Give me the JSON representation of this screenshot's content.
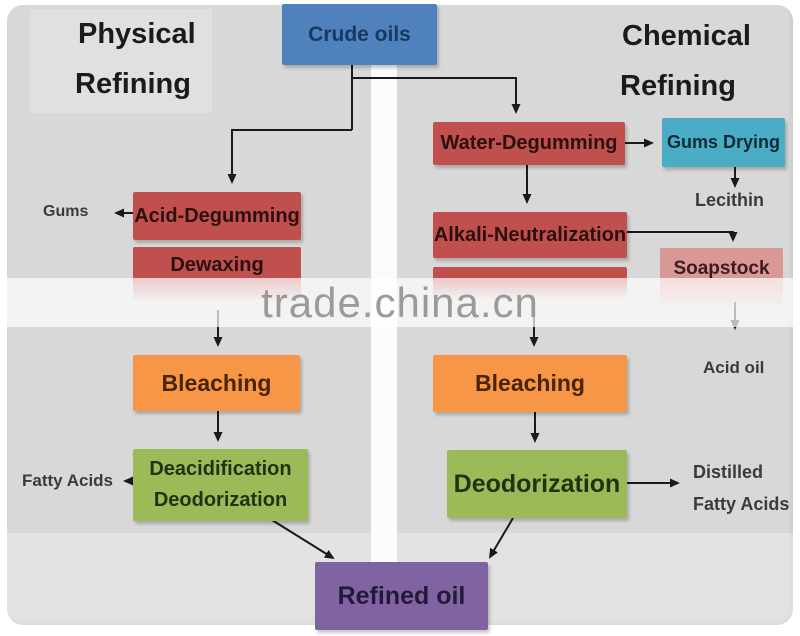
{
  "headings": {
    "physical_line1": "Physical",
    "physical_line2": "Refining",
    "chemical_line1": "Chemical",
    "chemical_line2": "Refining"
  },
  "nodes": {
    "crude_oils": "Crude oils",
    "acid_degumming": "Acid-Degumming",
    "dewaxing": "Dewaxing",
    "bleaching_left": "Bleaching",
    "deacidification_line1": "Deacidification",
    "deacidification_line2": "Deodorization",
    "water_degumming": "Water-Degumming",
    "alkali_neutralization": "Alkali-Neutralization",
    "gums_drying": "Gums Drying",
    "soapstock": "Soapstock",
    "bleaching_right": "Bleaching",
    "deodorization": "Deodorization",
    "refined_oil": "Refined oil"
  },
  "labels": {
    "gums": "Gums",
    "lecithin": "Lecithin",
    "fatty_acids": "Fatty Acids",
    "acid_oil": "Acid oil",
    "distilled_line1": "Distilled",
    "distilled_line2": "Fatty Acids"
  },
  "watermark": "trade.china.cn",
  "colors": {
    "background": "#d8d8d8",
    "box_red": "#c0504d",
    "box_blue": "#4f81bd",
    "box_cyan": "#4bacc6",
    "box_orange": "#f79646",
    "box_green": "#9bbb59",
    "box_purple": "#8064a2",
    "box_pink": "#d99795",
    "arrow": "#1a1a1a",
    "watermark_gray": "#939393"
  }
}
